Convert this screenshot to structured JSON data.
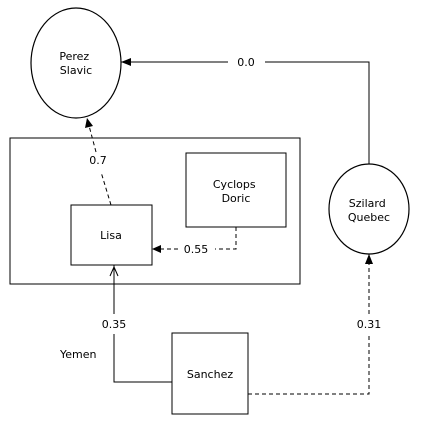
{
  "nodes": {
    "perez": {
      "lines": [
        "Perez",
        "Slavic"
      ]
    },
    "cyclops": {
      "lines": [
        "Cyclops",
        "Doric"
      ]
    },
    "lisa": {
      "lines": [
        "Lisa"
      ]
    },
    "szilard": {
      "lines": [
        "Szilard",
        "Quebec"
      ]
    },
    "sanchez": {
      "lines": [
        "Sanchez"
      ]
    }
  },
  "edges": {
    "szilard_to_perez": {
      "label": "0.0"
    },
    "lisa_to_perez": {
      "label": "0.7"
    },
    "cyclops_to_lisa": {
      "label": "0.55"
    },
    "sanchez_to_lisa": {
      "label": "0.35"
    },
    "sanchez_to_szilard": {
      "label": "0.31"
    }
  },
  "labels": {
    "yemen": "Yemen"
  }
}
